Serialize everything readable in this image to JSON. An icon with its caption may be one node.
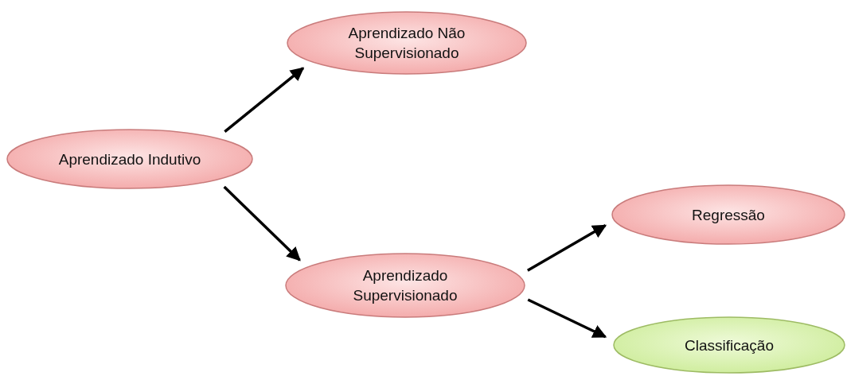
{
  "diagram": {
    "nodes": [
      {
        "text": [
          "Aprendizado Indutivo"
        ]
      },
      {
        "text": [
          "Aprendizado Não Supervisionado"
        ]
      },
      {
        "text": [
          "Aprendizado Supervisionado"
        ]
      },
      {
        "text": [
          "Regressão"
        ]
      },
      {
        "text": [
          "Classificação"
        ]
      }
    ],
    "edges": [
      {
        "from": 0,
        "to": 1,
        "arrow": "to"
      },
      {
        "from": 0,
        "to": 2,
        "arrow": "to"
      },
      {
        "from": 2,
        "to": 3,
        "arrow": "to"
      },
      {
        "from": 2,
        "to": 4,
        "arrow": "to"
      }
    ]
  }
}
